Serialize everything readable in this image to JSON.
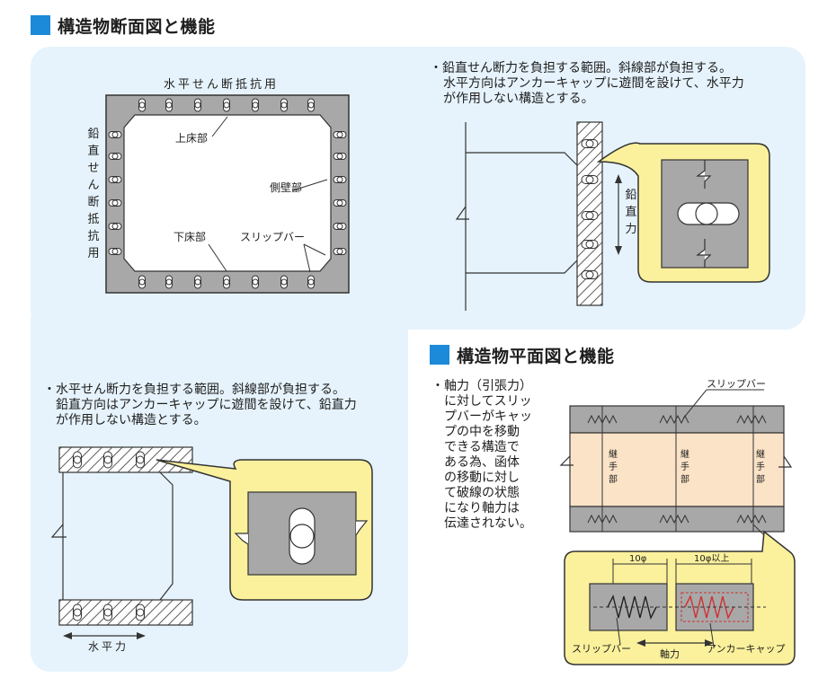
{
  "section1": {
    "title": "構造物断面図と機能"
  },
  "cross_section": {
    "top_label": "水平せん断抵抗用",
    "side_label": "鉛直せん断抵抗用",
    "upper_floor": "上床部",
    "side_wall": "側壁部",
    "lower_floor": "下床部",
    "slip_bar": "スリップバー"
  },
  "vertical_detail": {
    "desc_line1": "・鉛直せん断力を負担する範囲。斜線部が負担する。",
    "desc_line2": "水平方向はアンカーキャップに遊間を設けて、水平力",
    "desc_line3": "が作用しない構造とする。",
    "force_label": "鉛直力"
  },
  "horizontal_detail": {
    "desc_line1": "・水平せん断力を負担する範囲。斜線部が負担する。",
    "desc_line2": "鉛直方向はアンカーキャップに遊間を設けて、鉛直力",
    "desc_line3": "が作用しない構造とする。",
    "force_label": "水平力"
  },
  "section2": {
    "title": "構造物平面図と機能"
  },
  "plan": {
    "desc_lines": [
      "・軸力（引張力）",
      "に対してスリッ",
      "プバーがキャッ",
      "プの中を移動",
      "できる構造で",
      "ある為、函体",
      "の移動に対し",
      "て破線の状態",
      "になり軸力は",
      "伝達されない。"
    ],
    "slip_bar_top": "スリップバー",
    "joint_label": "継手部",
    "dim_left": "10φ",
    "dim_right": "10φ以上",
    "slip_bar_bottom": "スリップバー",
    "axial_force": "軸力",
    "anchor_cap": "アンカーキャップ"
  },
  "colors": {
    "accent": "#1c8ad8",
    "panel": "#e6f3fc",
    "callout": "#fbf19c",
    "concrete": "#a8a8a8",
    "joint_fill": "#fbe3c8"
  }
}
